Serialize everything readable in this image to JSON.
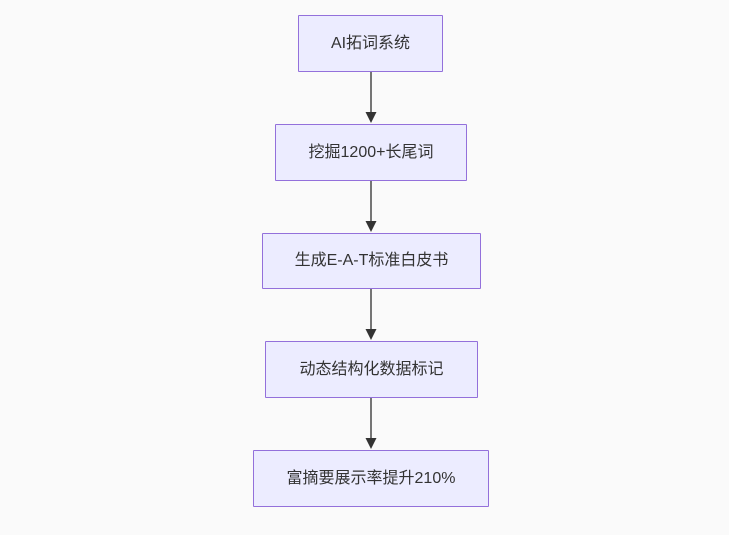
{
  "flowchart": {
    "direction": "top-down",
    "nodes": [
      {
        "label": "AI拓词系统"
      },
      {
        "label": "挖掘1200+长尾词"
      },
      {
        "label": "生成E-A-T标准白皮书"
      },
      {
        "label": "动态结构化数据标记"
      },
      {
        "label": "富摘要展示率提升210%"
      }
    ],
    "edges": [
      {
        "from": 0,
        "to": 1,
        "style": "arrow-down"
      },
      {
        "from": 1,
        "to": 2,
        "style": "arrow-down"
      },
      {
        "from": 2,
        "to": 3,
        "style": "arrow-down"
      },
      {
        "from": 3,
        "to": 4,
        "style": "arrow-down"
      }
    ],
    "colors": {
      "background": "#fafafa",
      "node_fill": "#ececff",
      "node_border": "#9370db",
      "node_text": "#333333",
      "edge_line": "#666666",
      "arrowhead": "#333333"
    }
  }
}
